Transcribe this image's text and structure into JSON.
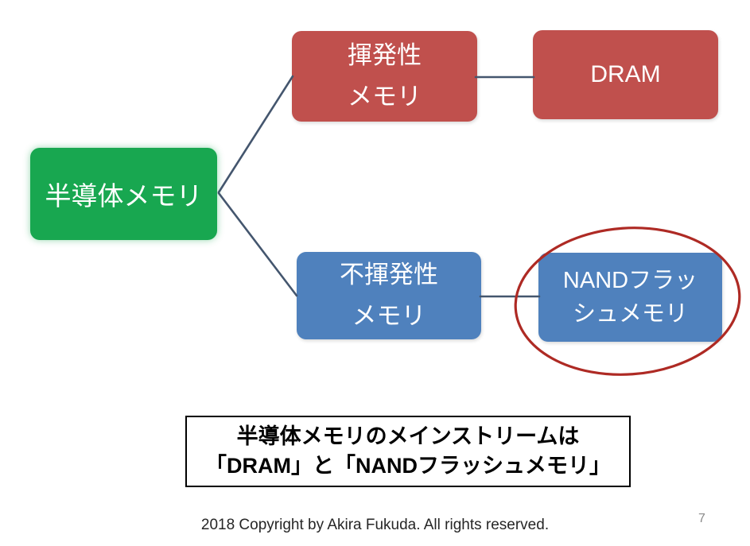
{
  "slide": {
    "nodes": {
      "root": {
        "label": "半導体メモリ"
      },
      "volatile": {
        "line1": "揮発性",
        "line2": "メモリ"
      },
      "dram": {
        "label": "DRAM"
      },
      "nonvolatile": {
        "line1": "不揮発性",
        "line2": "メモリ"
      },
      "nand": {
        "line1": "NANDフラッ",
        "line2": "シュメモリ"
      }
    },
    "note": {
      "line1": "半導体メモリのメインストリームは",
      "line2": "「DRAM」と「NANDフラッシュメモリ」"
    },
    "footer": {
      "copyright": "2018 Copyright by Akira Fukuda. All rights reserved.",
      "page_number": "7"
    },
    "colors": {
      "root_green": "#18A750",
      "volatile_red": "#C0504D",
      "nonvolatile_blue": "#4F81BD",
      "connector": "#44566E",
      "highlight_ellipse": "#AE2A24",
      "note_border": "#000000",
      "footer_text": "#262626",
      "page_number": "#8A8A8A"
    }
  }
}
